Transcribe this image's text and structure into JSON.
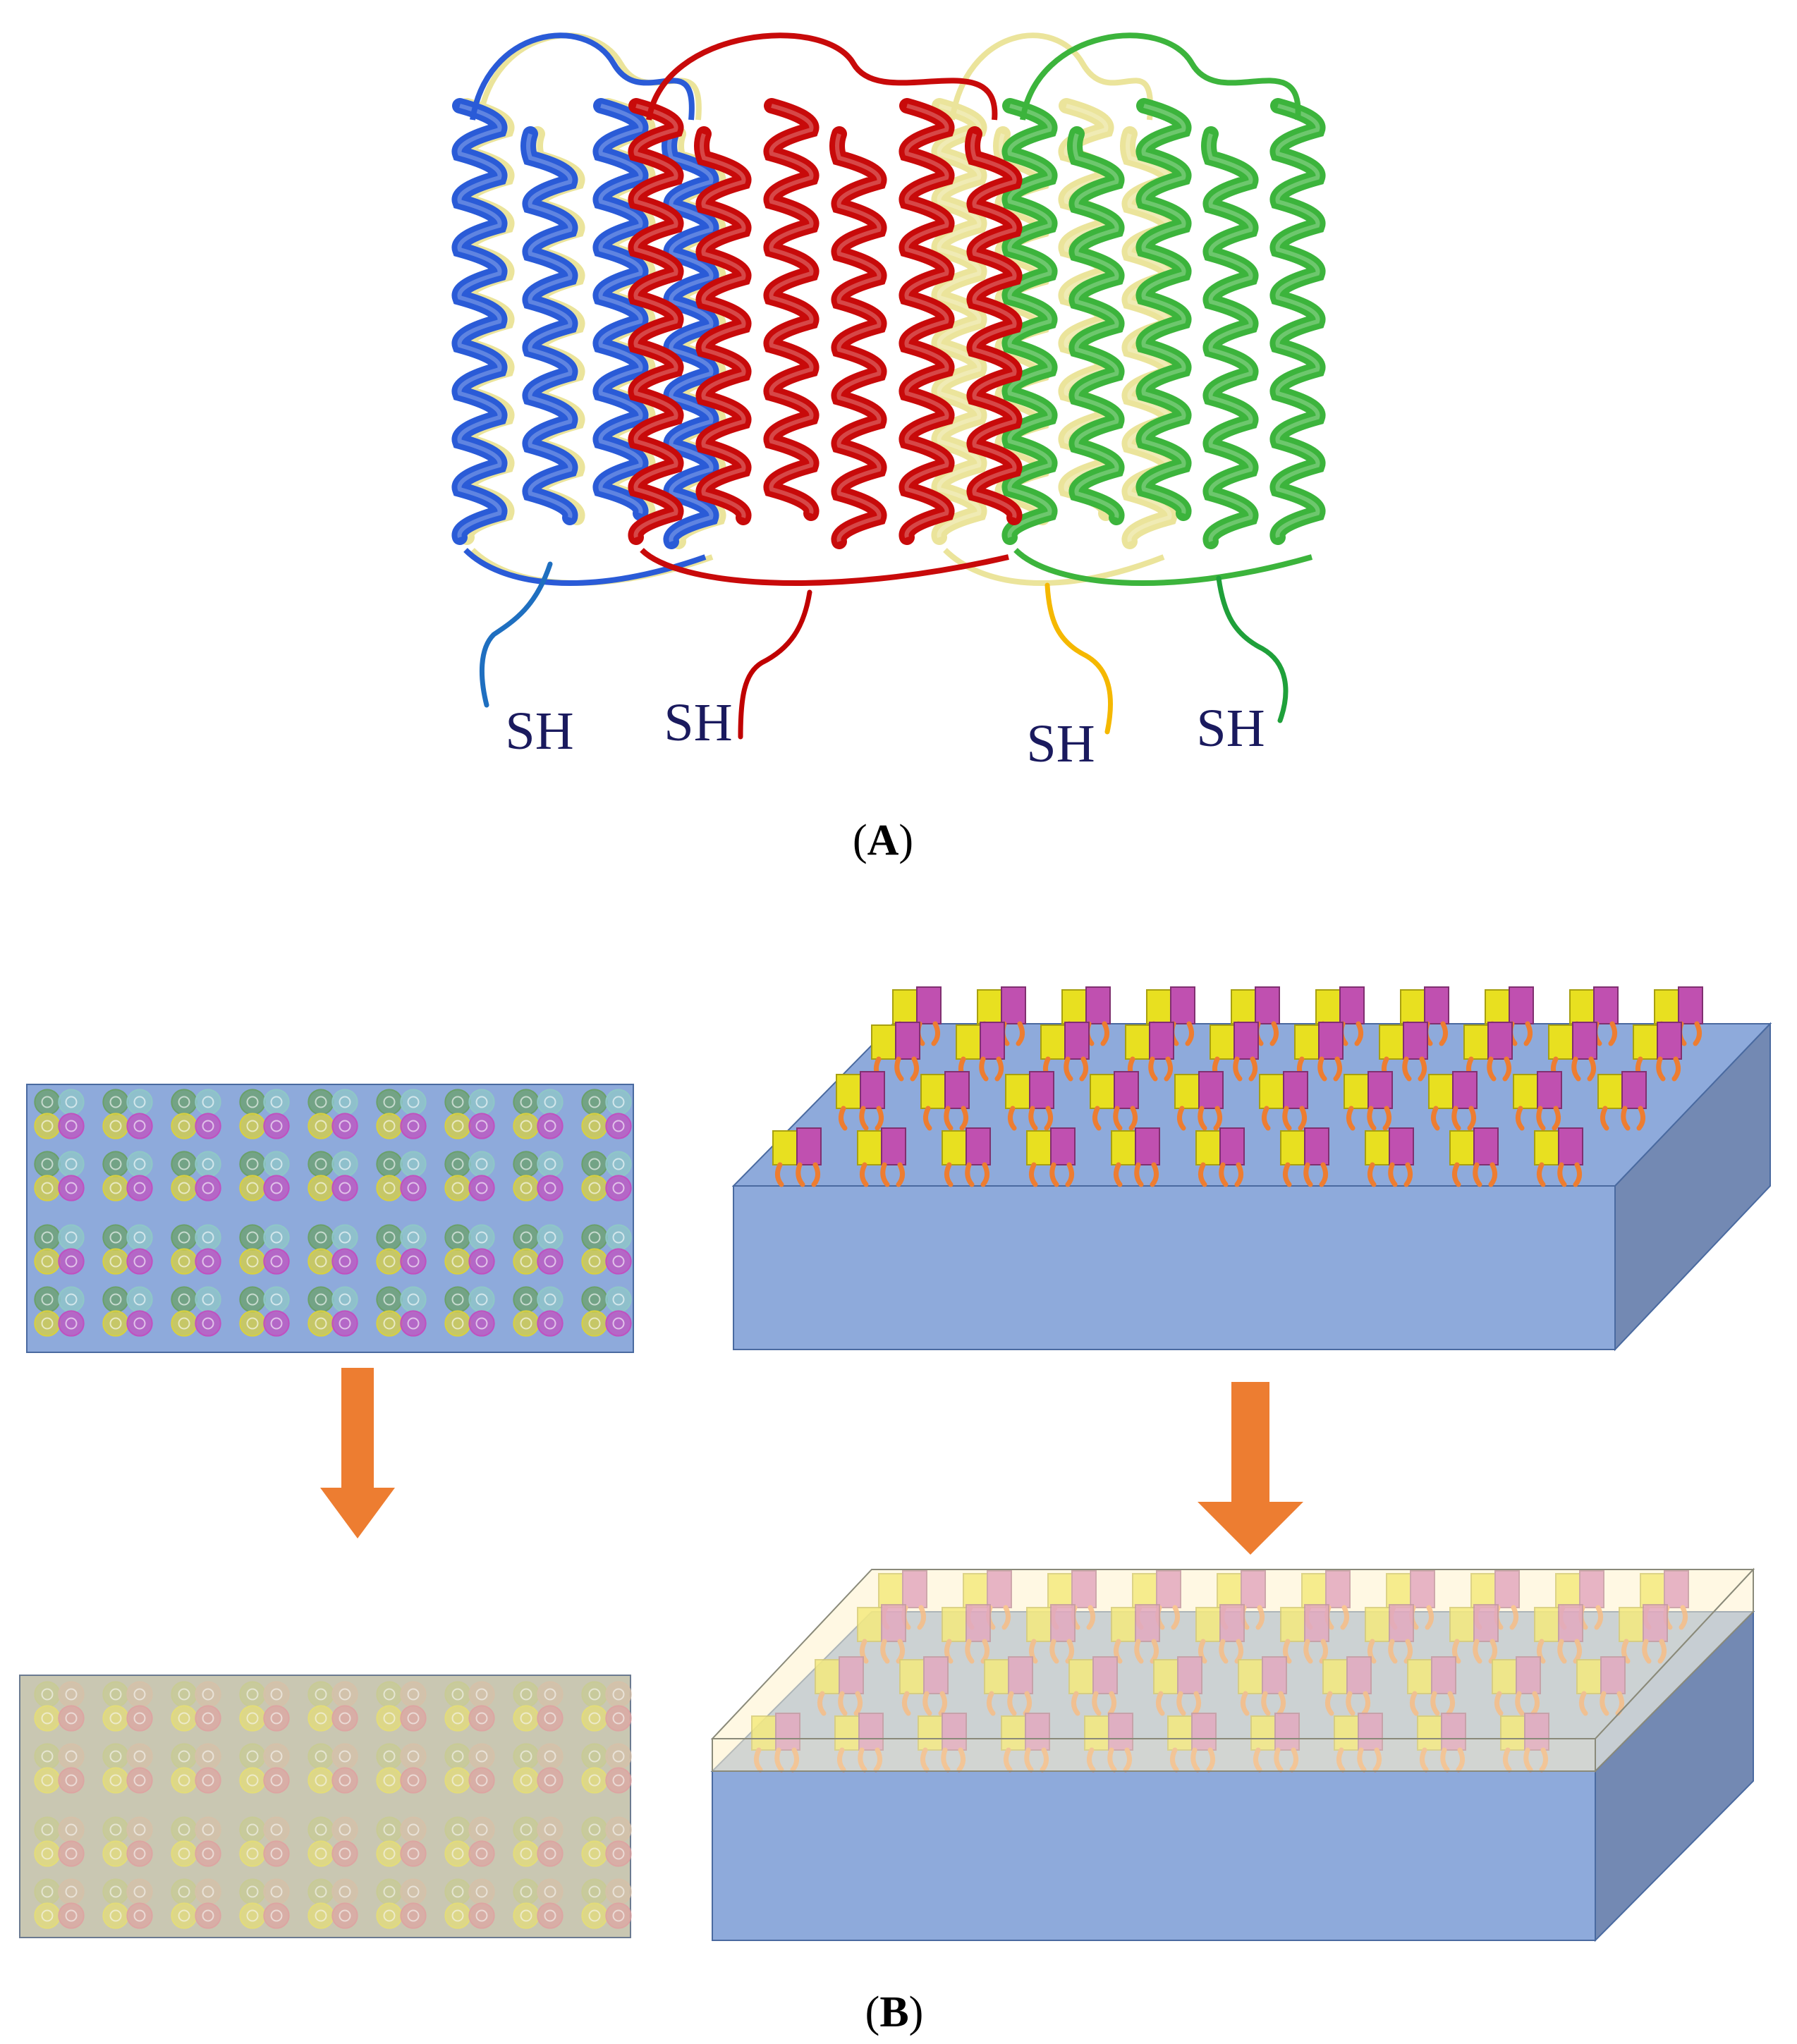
{
  "panel_a": {
    "caption_open": "(",
    "caption_letter": "A",
    "caption_close": ")",
    "tails": [
      {
        "label": "SH",
        "color": "#1f6fc0"
      },
      {
        "label": "SH",
        "color": "#c00000"
      },
      {
        "label": "SH",
        "color": "#f5b800"
      },
      {
        "label": "SH",
        "color": "#1fa03a"
      }
    ],
    "subunit_colors": [
      "#2a5bd7",
      "#c80a0a",
      "#e8e08a",
      "#3cb43c"
    ]
  },
  "panel_b": {
    "caption_open": "(",
    "caption_letter": "B",
    "caption_close": ")",
    "arrow_color": "#ed7d31",
    "substrate_color": "#8eaadb",
    "overlay_color": "#fff2cc",
    "array_rows": 4,
    "array_cols": 9
  }
}
